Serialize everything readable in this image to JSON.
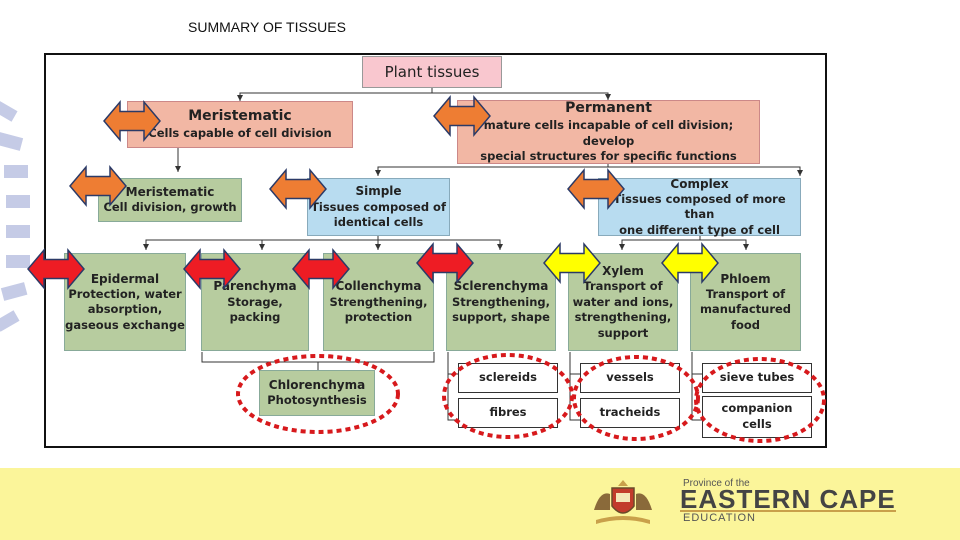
{
  "slide": {
    "title": "SUMMARY OF TISSUES"
  },
  "diagram": {
    "root": "Plant tissues",
    "meristematic": {
      "title": "Meristematic",
      "desc": "Cells capable of cell division"
    },
    "permanent": {
      "title": "Permanent",
      "desc": "mature cells incapable of cell division; develop\nspecial structures for specific functions"
    },
    "meristematic_sub": {
      "title": "Meristematic",
      "desc": "Cell division, growth"
    },
    "simple": {
      "title": "Simple",
      "desc": "Tissues composed of\nidentical cells"
    },
    "complex": {
      "title": "Complex",
      "desc": "Tissues composed of more than\none different type of cell"
    },
    "epidermal": {
      "title": "Epidermal",
      "desc": "Protection, water\nabsorption,\ngaseous exchange"
    },
    "parenchyma": {
      "title": "Parenchyma",
      "desc": "Storage, packing"
    },
    "collenchyma": {
      "title": "Collenchyma",
      "desc": "Strengthening,\nprotection"
    },
    "sclerenchyma": {
      "title": "Sclerenchyma",
      "desc": "Strengthening,\nsupport, shape"
    },
    "xylem": {
      "title": "Xylem",
      "desc": "Transport of\nwater and ions,\nstrengthening,\nsupport"
    },
    "phloem": {
      "title": "Phloem",
      "desc": "Transport of\nmanufactured\nfood"
    },
    "chlorenchyma": {
      "title": "Chlorenchyma",
      "desc": "Photosynthesis"
    },
    "sclereids": "sclereids",
    "fibres": "fibres",
    "vessels": "vessels",
    "tracheids": "tracheids",
    "sieve_tubes": "sieve tubes",
    "companion_cells": "companion\ncells"
  },
  "footer": {
    "province_line": "Province of the",
    "province_name": "EASTERN CAPE",
    "department": "EDUCATION"
  },
  "colors": {
    "orange_arrow": "#ee7d33",
    "red_arrow": "#ee1c24",
    "yellow_arrow": "#ffff00",
    "dashed_circle": "#d7191c",
    "footer_band": "#fbf59a"
  },
  "icons": [
    "double-arrow-icon",
    "crest-icon",
    "stripe-decoration-icon"
  ]
}
